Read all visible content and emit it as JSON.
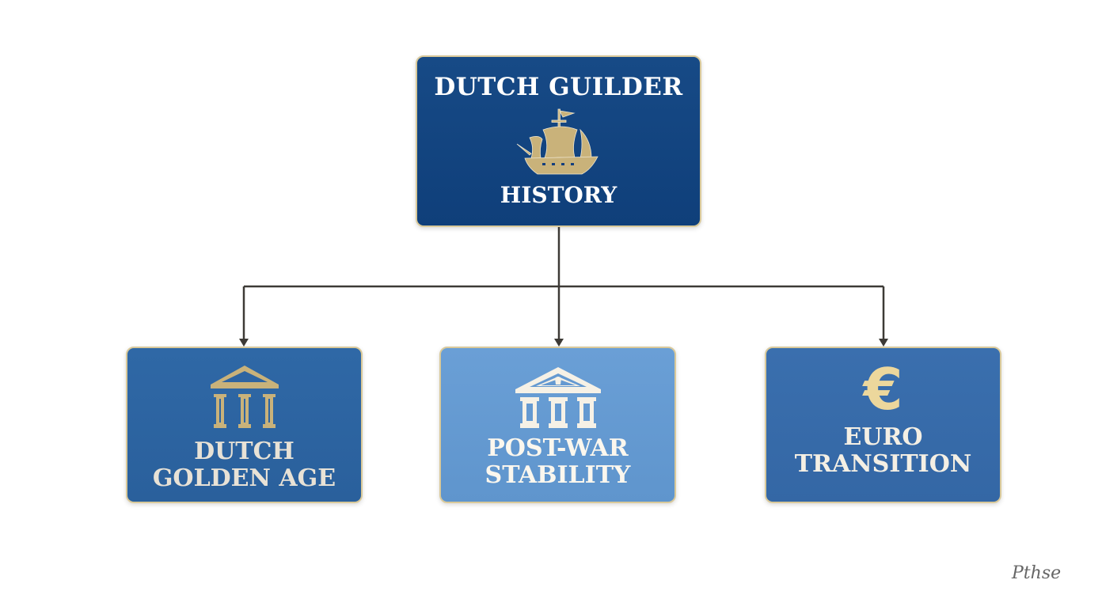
{
  "diagram": {
    "root": {
      "title": "DUTCH GUILDER",
      "subtitle": "HISTORY",
      "icon": "sailing-ship-icon"
    },
    "children": [
      {
        "line1": "DUTCH",
        "line2": "GOLDEN AGE",
        "icon": "classical-building-icon",
        "color": "#2d64a2"
      },
      {
        "line1": "POST-WAR",
        "line2": "STABILITY",
        "icon": "bank-building-icon",
        "color": "#6499d1"
      },
      {
        "line1": "EURO",
        "line2": "TRANSITION",
        "icon": "euro-icon",
        "icon_glyph": "€",
        "color": "#376ba9"
      }
    ],
    "edges": [
      {
        "from": "root",
        "to": "children.0"
      },
      {
        "from": "root",
        "to": "children.1"
      },
      {
        "from": "root",
        "to": "children.2"
      }
    ],
    "colors": {
      "root_fill": "#143f7e",
      "border": "#d9c99a",
      "gold": "#c9b27a",
      "connector": "#3d3a36"
    }
  },
  "watermark": {
    "text": "Pthse"
  }
}
